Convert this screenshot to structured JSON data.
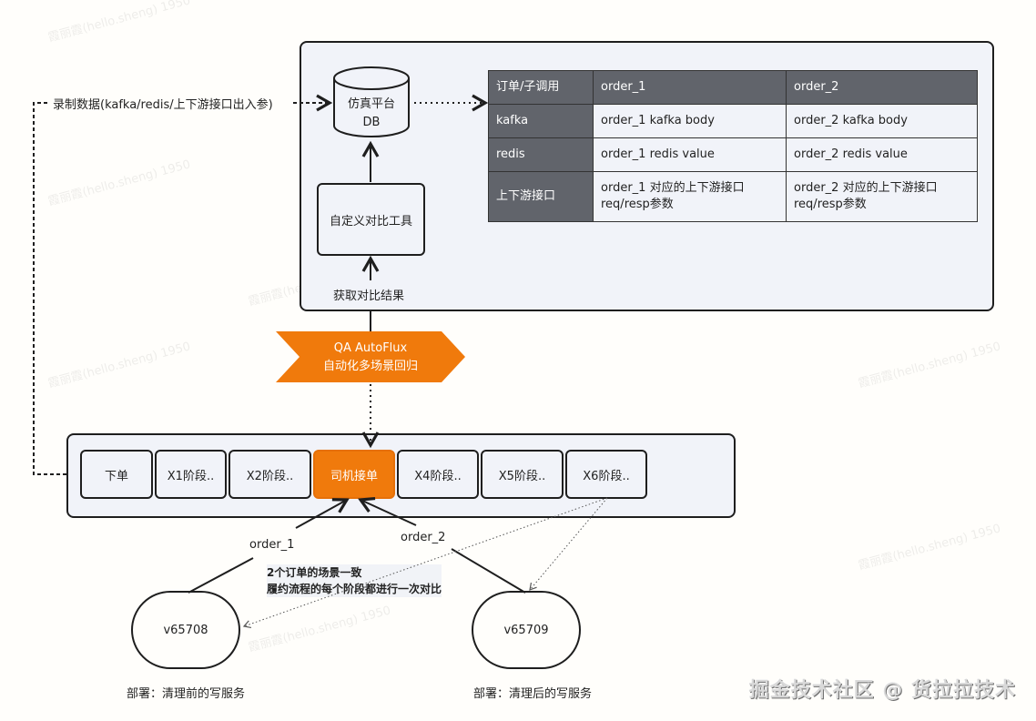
{
  "record_label": "录制数据(kafka/redis/上下游接口出入参)",
  "db": {
    "line1": "仿真平台",
    "line2": "DB"
  },
  "compare_tool": "自定义对比工具",
  "fetch_result_label": "获取对比结果",
  "autoflux": {
    "line1": "QA AutoFlux",
    "line2": "自动化多场景回归"
  },
  "table": {
    "header": [
      "订单/子调用",
      "order_1",
      "order_2"
    ],
    "rows": [
      [
        "kafka",
        "order_1 kafka body",
        "order_2 kafka body"
      ],
      [
        "redis",
        "order_1 redis value",
        "order_2 redis value"
      ],
      [
        "上下游接口",
        "order_1 对应的上下游接口req/resp参数",
        "order_2 对应的上下游接口req/resp参数"
      ]
    ]
  },
  "stages": [
    {
      "label": "下单",
      "active": false
    },
    {
      "label": "X1阶段..",
      "active": false
    },
    {
      "label": "X2阶段..",
      "active": false
    },
    {
      "label": "司机接单",
      "active": true
    },
    {
      "label": "X4阶段..",
      "active": false
    },
    {
      "label": "X5阶段..",
      "active": false
    },
    {
      "label": "X6阶段..",
      "active": false
    }
  ],
  "order_labels": {
    "order1": "order_1",
    "order2": "order_2"
  },
  "note": {
    "line1": "2个订单的场景一致",
    "line2": "履约流程的每个阶段都进行一次对比"
  },
  "services": {
    "left": {
      "name": "v65708",
      "caption": "部署：清理前的写服务"
    },
    "right": {
      "name": "v65709",
      "caption": "部署：清理后的写服务"
    }
  },
  "watermark": "霞丽霞(hello.sheng) 1950",
  "footer_brand": "掘金技术社区 @ 货拉拉技术",
  "colors": {
    "accent": "#f07a0c",
    "panel": "#f1f3f9",
    "table_header": "#61646b"
  }
}
